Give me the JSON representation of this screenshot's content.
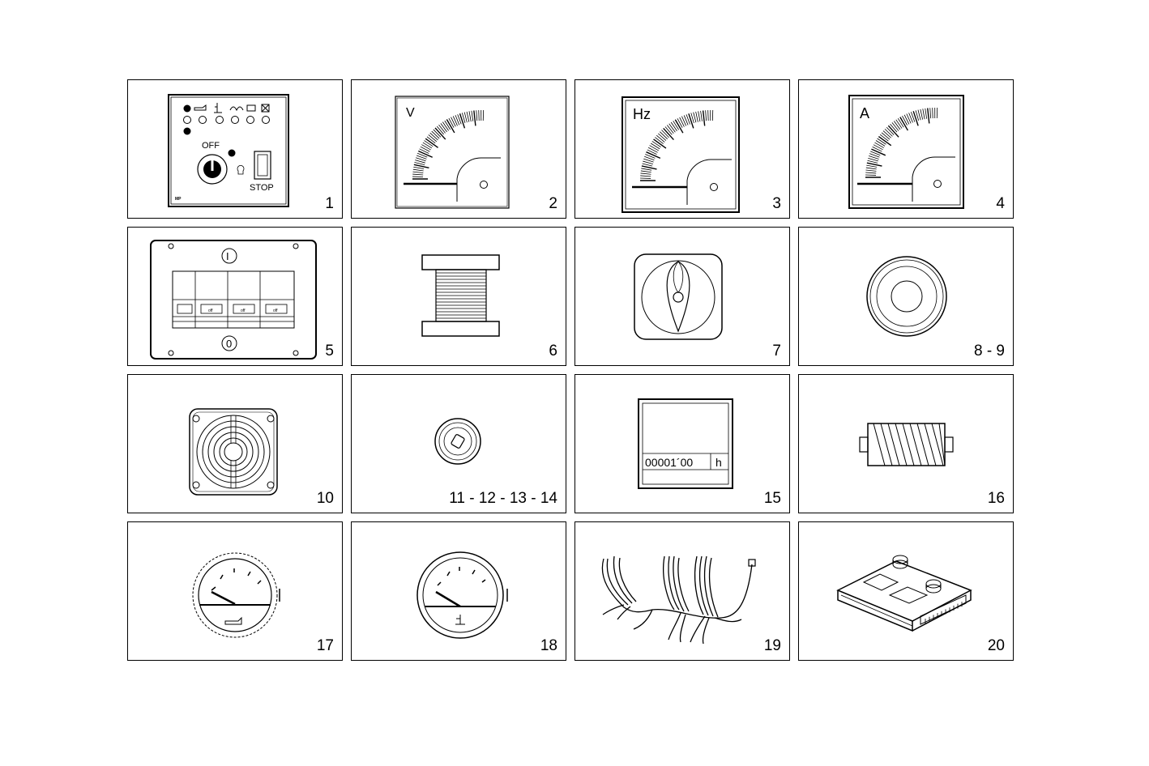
{
  "items": [
    {
      "number": "1",
      "panel": {
        "off": "OFF",
        "stop": "STOP",
        "brand": "MP"
      }
    },
    {
      "number": "2",
      "unit": "V"
    },
    {
      "number": "3",
      "unit": "Hz"
    },
    {
      "number": "4",
      "unit": "A"
    },
    {
      "number": "5",
      "symbol_on": "I",
      "symbol_off": "0",
      "breaker": "off"
    },
    {
      "number": "6"
    },
    {
      "number": "7"
    },
    {
      "number": "8 - 9"
    },
    {
      "number": "10"
    },
    {
      "number": "11 - 12 - 13 - 14"
    },
    {
      "number": "15",
      "display": "00001´00",
      "unit": "h"
    },
    {
      "number": "16"
    },
    {
      "number": "17"
    },
    {
      "number": "18"
    },
    {
      "number": "19"
    },
    {
      "number": "20"
    }
  ]
}
